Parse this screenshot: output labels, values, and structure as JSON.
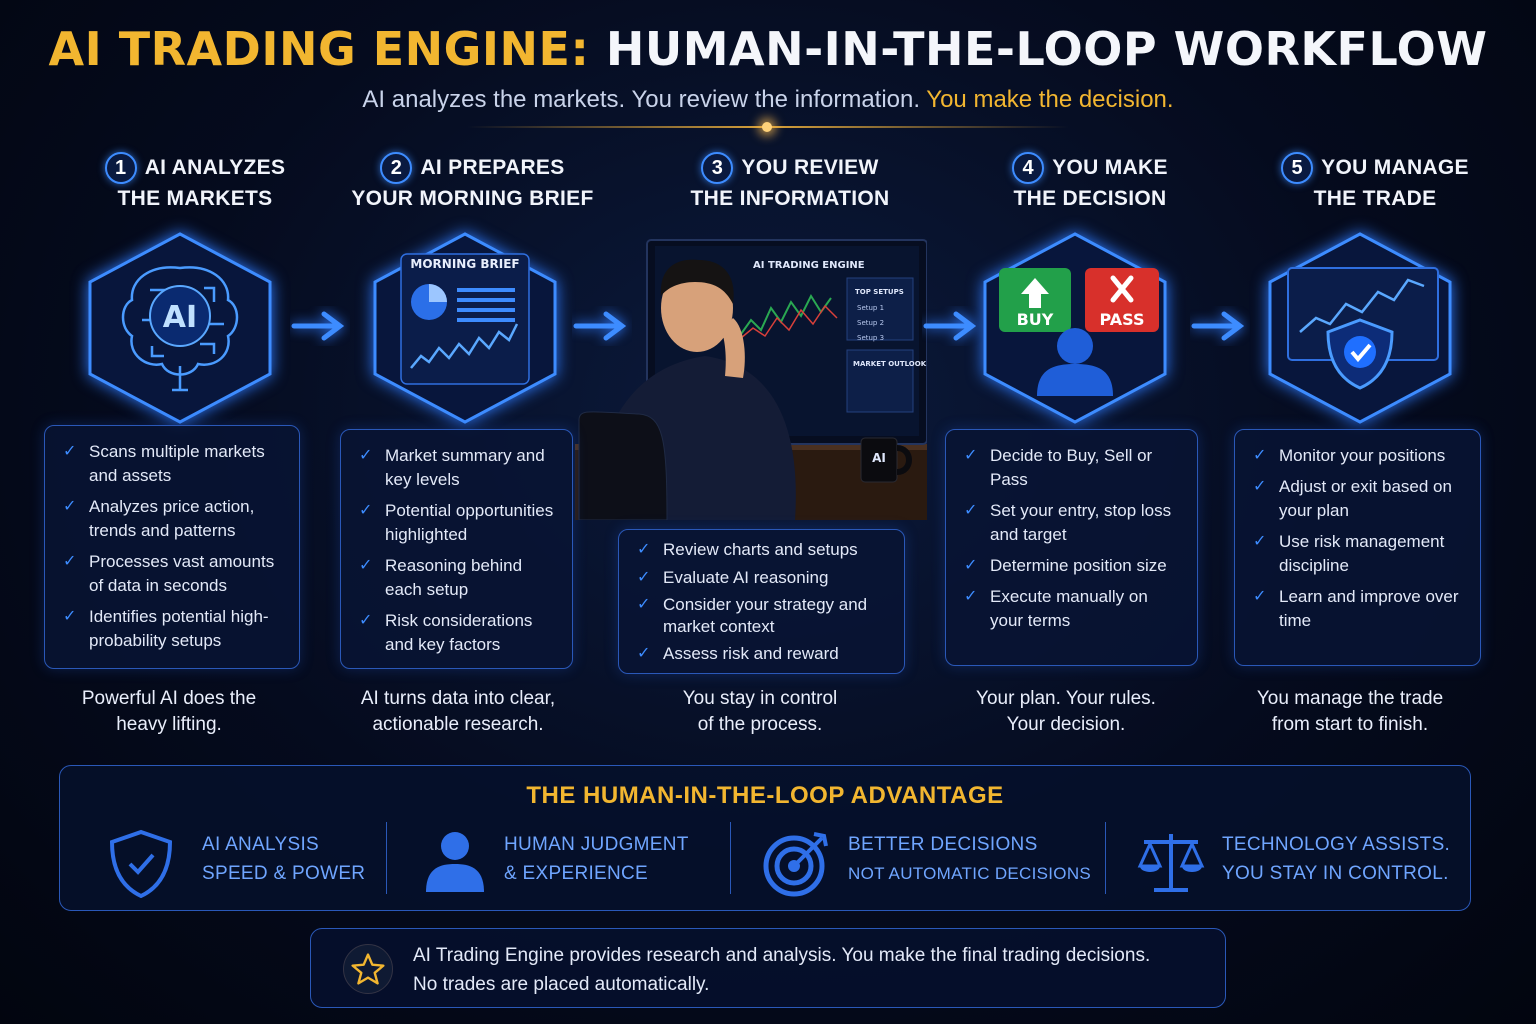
{
  "title": {
    "part1": "AI TRADING ENGINE:",
    "part2": "HUMAN-IN-THE-LOOP WORKFLOW"
  },
  "subtitle": {
    "part1": "AI analyzes the markets. You review the information.",
    "part2": "You make the decision."
  },
  "steps": [
    {
      "num": "1",
      "line1": "AI ANALYZES",
      "line2": "THE MARKETS",
      "bullets": [
        "Scans multiple markets and assets",
        "Analyzes price action, trends and patterns",
        "Processes vast amounts of data in seconds",
        "Identifies potential high-probability setups"
      ],
      "caption1": "Powerful AI does the",
      "caption2": "heavy lifting."
    },
    {
      "num": "2",
      "line1": "AI PREPARES",
      "line2": "YOUR MORNING BRIEF",
      "bullets": [
        "Market summary and key levels",
        "Potential opportunities highlighted",
        "Reasoning behind each setup",
        "Risk considerations and key factors"
      ],
      "caption1": "AI turns data into clear,",
      "caption2": "actionable research."
    },
    {
      "num": "3",
      "line1": "YOU REVIEW",
      "line2": "THE INFORMATION",
      "bullets": [
        "Review charts and setups",
        "Evaluate AI reasoning",
        "Consider your strategy and market context",
        "Assess risk and reward"
      ],
      "caption1": "You stay in control",
      "caption2": "of the process."
    },
    {
      "num": "4",
      "line1": "YOU MAKE",
      "line2": "THE DECISION",
      "bullets": [
        "Decide to Buy, Sell or Pass",
        "Set your entry, stop loss and target",
        "Determine position size",
        "Execute manually on your terms"
      ],
      "caption1": "Your plan. Your rules.",
      "caption2": "Your decision."
    },
    {
      "num": "5",
      "line1": "YOU MANAGE",
      "line2": "THE TRADE",
      "bullets": [
        "Monitor your positions",
        "Adjust or exit based on your plan",
        "Use risk management discipline",
        "Learn and improve over time"
      ],
      "caption1": "You manage the trade",
      "caption2": "from start to finish."
    }
  ],
  "icons": {
    "brain_label": "AI",
    "brief_title": "MORNING BRIEF",
    "monitor_title": "AI TRADING ENGINE",
    "top_setups": "TOP SETUPS",
    "setups": [
      "Setup 1",
      "Setup 2",
      "Setup 3"
    ],
    "market_outlook": "MARKET OUTLOOK",
    "mug_text": "AI",
    "buy_label": "BUY",
    "pass_label": "PASS"
  },
  "advantage": {
    "title": "THE HUMAN-IN-THE-LOOP ADVANTAGE",
    "items": [
      {
        "line1": "AI ANALYSIS",
        "line2": "SPEED & POWER",
        "icon": "shield-check-icon"
      },
      {
        "line1": "HUMAN JUDGMENT",
        "line2": "& EXPERIENCE",
        "icon": "person-icon"
      },
      {
        "line1": "BETTER DECISIONS",
        "line2": "NOT AUTOMATIC DECISIONS",
        "icon": "target-icon"
      },
      {
        "line1": "TECHNOLOGY ASSISTS.",
        "line2": "YOU STAY IN CONTROL.",
        "icon": "scales-icon"
      }
    ]
  },
  "note": {
    "line1": "AI Trading Engine provides research and analysis. You make the final trading decisions.",
    "line2": "No trades are placed automatically."
  },
  "colors": {
    "accent_blue": "#3d8cff",
    "gold": "#f2b630",
    "buy_green": "#22a04a",
    "pass_red": "#d8302b"
  }
}
